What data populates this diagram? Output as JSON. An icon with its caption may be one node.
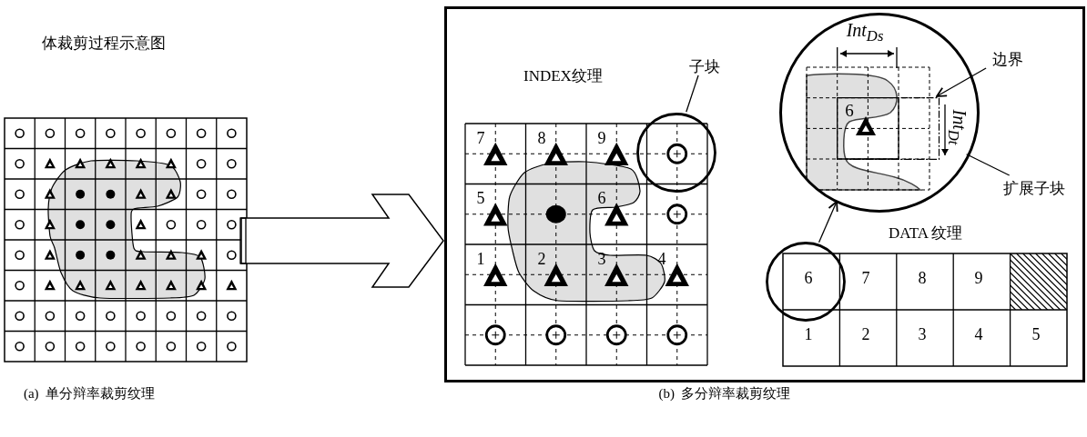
{
  "diagram": {
    "title": "体裁剪过程示意图",
    "nodes": [
      {
        "text": [],
        "shape": "box"
      },
      {
        "text": [],
        "shape": "box"
      },
      {
        "text": [
          "INDEX纹理"
        ],
        "in": 1
      },
      {
        "text": [
          "子块"
        ],
        "in": 1
      },
      {
        "text": [],
        "shape": "circle",
        "in": 1
      },
      {
        "text": [],
        "shape": "circle",
        "in": 1
      },
      {
        "text": [
          "边界"
        ],
        "in": 1
      },
      {
        "text": [
          "扩展子块"
        ],
        "in": 1
      },
      {
        "text": [
          "DATA 纹理"
        ],
        "in": 1
      },
      {
        "text": [],
        "shape": "circle",
        "in": 1
      },
      {
        "text": [],
        "shape": "box",
        "in": 5
      }
    ],
    "edges": [
      {
        "from": 0,
        "to": 1,
        "arrow": "to",
        "style": "thick"
      },
      {
        "from": 3,
        "to": 4,
        "arrow": "none"
      },
      {
        "from": 6,
        "to": 10,
        "arrow": "to"
      },
      {
        "from": 7,
        "to": 5,
        "arrow": "none"
      },
      {
        "from": 9,
        "to": 5,
        "arrow": "to"
      }
    ],
    "labels": [
      "7",
      "8",
      "9",
      "5",
      "6",
      "1",
      "2",
      "3",
      "4",
      "Int$_{Ds}$",
      "6",
      "Int$_{Dt}$",
      "6",
      "7",
      "8",
      "9",
      "1",
      "2",
      "3",
      "4",
      "5",
      "(a)  单分辩率裁剪纹理",
      "(b)  多分辩率裁剪纹理"
    ]
  }
}
